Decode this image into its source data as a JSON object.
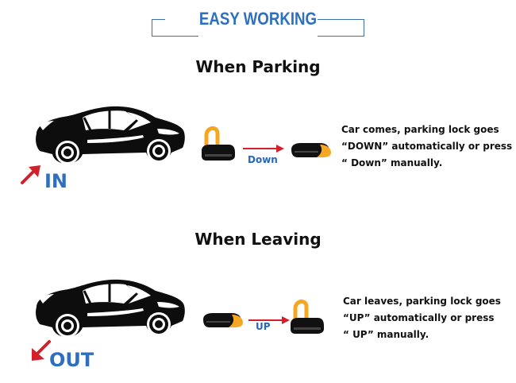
{
  "header": {
    "title": "EASY WORKING"
  },
  "parking": {
    "title": "When Parking",
    "direction": "IN",
    "arrow_label": "Down",
    "desc": [
      "Car comes, parking lock goes",
      "“DOWN” automatically or press",
      "“ Down” manually."
    ]
  },
  "leaving": {
    "title": "When Leaving",
    "direction": "OUT",
    "arrow_label": "UP",
    "desc": [
      "Car leaves, parking lock goes",
      "“UP” automatically or press",
      "“ UP” manually."
    ]
  },
  "colors": {
    "accent_blue": "#2f6fc0",
    "lock_orange": "#f5a623",
    "arrow_red": "#d3202a"
  },
  "icons": [
    "sports-car-icon",
    "parking-lock-up-icon",
    "parking-lock-down-icon",
    "red-arrow-icon"
  ]
}
